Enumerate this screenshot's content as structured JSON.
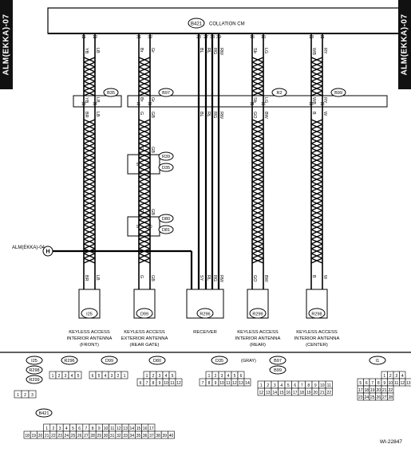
{
  "side_tab": "ALM(EKKA)-07",
  "module": {
    "code": "B421",
    "name": "COLLATION CM"
  },
  "ground": {
    "label": "ALM(EKKA)-04",
    "mark": "H"
  },
  "wire_columns": [
    {
      "pins": [
        "11",
        "12"
      ],
      "colors_top": [
        "YB",
        "LB"
      ],
      "connector": {
        "code": "B35",
        "pins": [
          "13",
          "14"
        ],
        "colors": [
          "YB",
          "LB"
        ]
      },
      "colors_mid": [
        "BR",
        "LB"
      ],
      "colors_bottom": [
        "BR",
        "LB"
      ],
      "bottom_pins": [
        "1",
        "2"
      ],
      "device_code": "I25",
      "device_label": [
        "KEYLESS ACCESS",
        "INTERIOR ANTENNA",
        "(FRONT)"
      ]
    },
    {
      "pins": [
        "31",
        "32"
      ],
      "colors_top": [
        "Br",
        "Gr"
      ],
      "connector": {
        "code": "B97",
        "pins": [
          "11",
          "12"
        ],
        "colors": [
          "Br",
          "Gr"
        ]
      },
      "colors_mid": [
        "G",
        "GB"
      ],
      "splice_a": {
        "codes": [
          "R39",
          "D35"
        ],
        "pins": [
          "5",
          "6"
        ],
        "colors": [
          "G",
          "GB"
        ]
      },
      "splice_b": {
        "codes": [
          "D80",
          "D81"
        ],
        "pins": [
          "9",
          "10"
        ],
        "colors": [
          "G",
          "GB"
        ]
      },
      "colors_bottom": [
        "G",
        "GB"
      ],
      "bottom_pins": [
        "1",
        "2"
      ],
      "device_code": "D99",
      "device_label": [
        "KEYLESS ACCESS",
        "EXTERIOR ANTENNA",
        "(REAR GATE)"
      ]
    },
    {
      "pins": [
        "28",
        "27",
        "38",
        "39"
      ],
      "colors_top": [
        "BL",
        "RL",
        "RG",
        "RW"
      ],
      "colors_mid": [
        "BL",
        "RL",
        "RG",
        "RW"
      ],
      "colors_bottom": [
        "SY",
        "RL",
        "RG",
        "RW"
      ],
      "bottom_pins": [
        "1",
        "2",
        "3",
        "4"
      ],
      "device_code": "R296",
      "device_label": [
        "RECEIVER"
      ]
    },
    {
      "pins": [
        "15",
        "16"
      ],
      "colors_top": [
        "Sb",
        "LG"
      ],
      "connector": {
        "code": "R2",
        "pins": [
          "14",
          "15"
        ],
        "colors": [
          "Sb",
          "LG"
        ]
      },
      "colors_mid": [
        "GO",
        "BW"
      ],
      "colors_bottom": [
        "GO",
        "BW"
      ],
      "bottom_pins": [
        "1",
        "2"
      ],
      "device_code": "R299",
      "device_label": [
        "KEYLESS ACCESS",
        "INTERIOR ANTENNA",
        "(REAR)"
      ]
    },
    {
      "pins": [
        "13",
        "11"
      ],
      "colors_top": [
        "WB",
        "RY"
      ],
      "connector": {
        "code": "B99",
        "pins": [
          "12",
          "13"
        ],
        "colors": [
          "WB",
          "RY"
        ]
      },
      "colors_mid": [
        "B",
        "W"
      ],
      "colors_bottom": [
        "B",
        "W"
      ],
      "bottom_pins": [
        "1",
        "2"
      ],
      "device_code": "R298",
      "device_label": [
        "KEYLESS ACCESS",
        "INTERIOR ANTENNA",
        "(CENTER)"
      ]
    }
  ],
  "connector_views": [
    {
      "codes": [
        "I25",
        "R298",
        "R299"
      ],
      "rows": [
        [
          "1",
          "2",
          "3"
        ]
      ]
    },
    {
      "codes": [
        "R296"
      ],
      "rows": [
        [
          "1",
          "2",
          "3",
          "4",
          "5"
        ]
      ]
    },
    {
      "codes": [
        "D99"
      ],
      "rows": [
        [
          "6",
          "5",
          "4",
          "3",
          "2",
          "1"
        ]
      ]
    },
    {
      "codes": [
        "D80"
      ],
      "rows": [
        [
          "1",
          "2",
          "3",
          "4",
          "5"
        ],
        [
          "6",
          "7",
          "8",
          "9",
          "10",
          "11",
          "12"
        ]
      ]
    },
    {
      "codes": [
        "D35",
        "(GRAY)"
      ],
      "rows": [
        [
          "1",
          "2",
          "3",
          "4",
          "5",
          "6"
        ],
        [
          "7",
          "8",
          "9",
          "10",
          "11",
          "12",
          "13",
          "14"
        ]
      ]
    },
    {
      "codes": [
        "B97",
        "B99"
      ],
      "rows": [
        [
          "1",
          "2",
          "3",
          "4",
          "5",
          "6",
          "7",
          "8",
          "9",
          "10",
          "11"
        ],
        [
          "12",
          "13",
          "14",
          "15",
          "16",
          "17",
          "18",
          "19",
          "20",
          "21",
          "22"
        ]
      ]
    },
    {
      "codes": [
        "I1"
      ],
      "rows": [
        [
          "1",
          "2",
          "3",
          "4"
        ],
        [
          "5",
          "6",
          "7",
          "8",
          "9",
          "10",
          "11",
          "12",
          "13",
          "14",
          "15",
          "16"
        ],
        [
          "17",
          "18",
          "19",
          "20",
          "21",
          "22"
        ],
        [
          "23",
          "24",
          "25",
          "26",
          "27",
          "28"
        ]
      ]
    },
    {
      "codes": [
        "B421"
      ],
      "rows": [
        [
          "1",
          "2",
          "3",
          "4",
          "5",
          "6",
          "7",
          "8",
          "9",
          "10",
          "11",
          "12",
          "13",
          "14",
          "15",
          "16",
          "17"
        ],
        [
          "18",
          "19",
          "20",
          "21",
          "22",
          "23",
          "24",
          "25",
          "26",
          "27",
          "28",
          "29",
          "30",
          "31",
          "32",
          "33",
          "34",
          "35",
          "36",
          "37",
          "38",
          "39",
          "40"
        ]
      ]
    }
  ],
  "figure_code": "WI-22847"
}
